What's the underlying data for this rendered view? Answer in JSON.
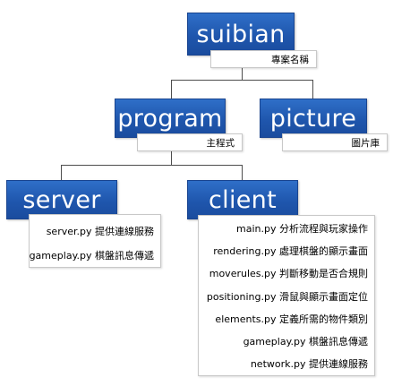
{
  "root": {
    "title": "suibian",
    "subtitle": "專案名稱"
  },
  "program": {
    "title": "program",
    "subtitle": "主程式"
  },
  "picture": {
    "title": "picture",
    "subtitle": "圖片庫"
  },
  "server": {
    "title": "server",
    "items": [
      "server.py 提供連線服務",
      "gameplay.py 棋盤訊息傳遞"
    ]
  },
  "client": {
    "title": "client",
    "items": [
      "main.py 分析流程與玩家操作",
      "rendering.py 處理棋盤的顯示畫面",
      "moverules.py 判斷移動是否合規則",
      "positioning.py 滑鼠與顯示畫面定位",
      "elements.py 定義所需的物件類別",
      "gameplay.py 棋盤訊息傳遞",
      "network.py 提供連線服務"
    ]
  },
  "colors": {
    "node_fill": "#1f56ad",
    "node_text": "#ffffff",
    "connector": "#4d4d4d"
  }
}
